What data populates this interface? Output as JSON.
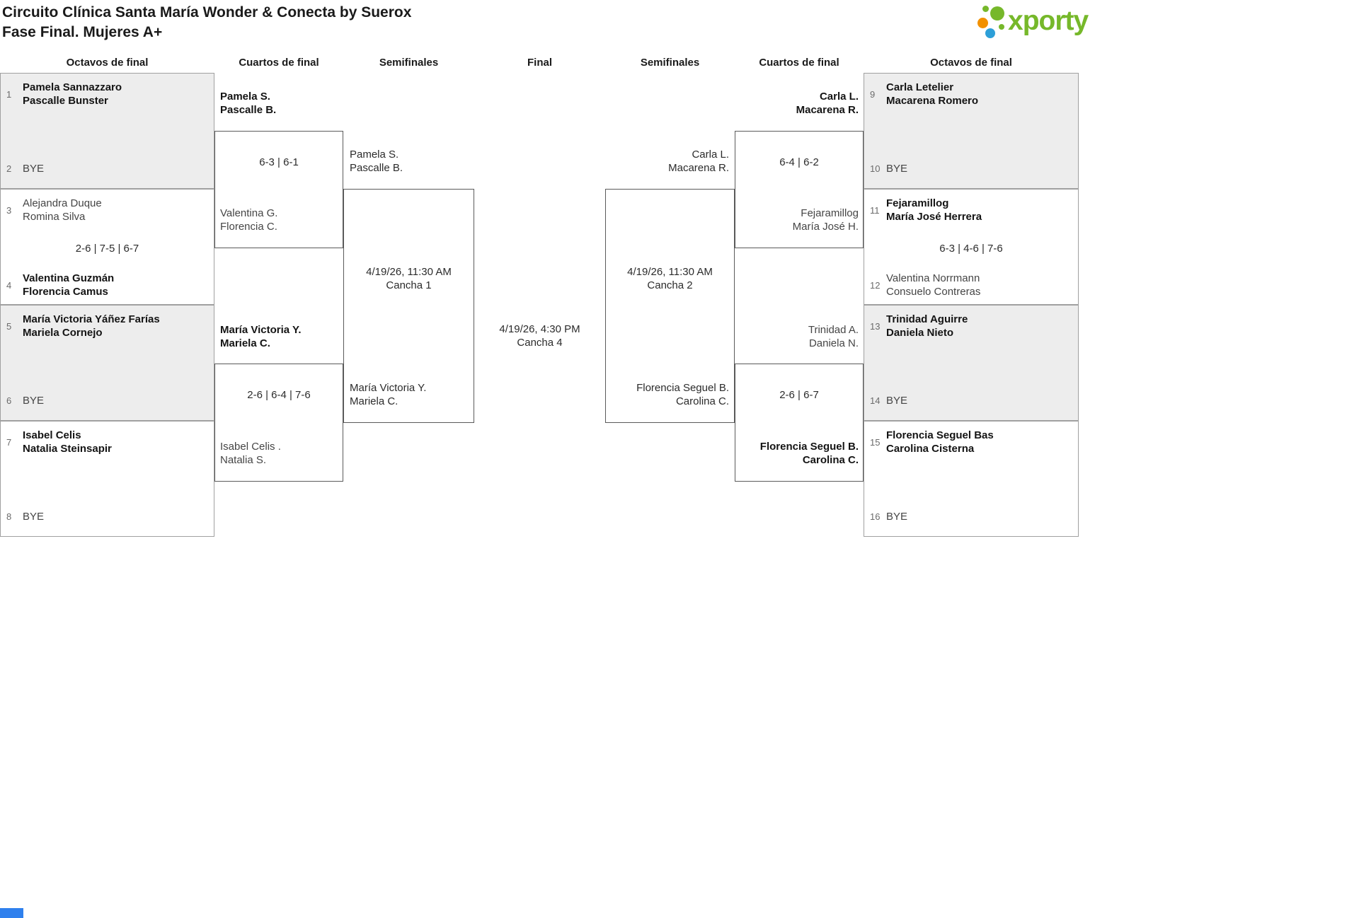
{
  "title": {
    "line1": "Circuito Clínica Santa María Wonder & Conecta by Suerox",
    "line2": "Fase Final. Mujeres A+"
  },
  "logo": {
    "text": "xporty"
  },
  "round_headers": [
    "Octavos de final",
    "Cuartos de final",
    "Semifinales",
    "Final",
    "Semifinales",
    "Cuartos de final",
    "Octavos de final"
  ],
  "octavos_left": [
    {
      "seed_top": "1",
      "top_lines": [
        "Pamela Sannazzaro",
        "Pascalle Bunster"
      ],
      "seed_bottom": "2",
      "bottom_lines": [
        "BYE"
      ]
    },
    {
      "seed_top": "3",
      "top_lines": [
        "Alejandra Duque",
        "Romina Silva"
      ],
      "score": "2-6 | 7-5 | 6-7",
      "seed_bottom": "4",
      "bottom_lines": [
        "Valentina Guzmán",
        "Florencia Camus"
      ]
    },
    {
      "seed_top": "5",
      "top_lines": [
        "María Victoria Yáñez Farías",
        "Mariela Cornejo"
      ],
      "seed_bottom": "6",
      "bottom_lines": [
        "BYE"
      ]
    },
    {
      "seed_top": "7",
      "top_lines": [
        "Isabel Celis",
        "Natalia Steinsapir"
      ],
      "seed_bottom": "8",
      "bottom_lines": [
        "BYE"
      ]
    }
  ],
  "octavos_right": [
    {
      "seed_top": "9",
      "top_lines": [
        "Carla Letelier",
        "Macarena Romero"
      ],
      "seed_bottom": "10",
      "bottom_lines": [
        "BYE"
      ]
    },
    {
      "seed_top": "11",
      "top_lines": [
        "Fejaramillog",
        "María José Herrera"
      ],
      "score": "6-3 | 4-6 | 7-6",
      "seed_bottom": "12",
      "bottom_lines": [
        "Valentina Norrmann",
        "Consuelo Contreras"
      ]
    },
    {
      "seed_top": "13",
      "top_lines": [
        "Trinidad Aguirre",
        "Daniela Nieto"
      ],
      "seed_bottom": "14",
      "bottom_lines": [
        "BYE"
      ]
    },
    {
      "seed_top": "15",
      "top_lines": [
        "Florencia Seguel Bas",
        "Carolina Cisterna"
      ],
      "seed_bottom": "16",
      "bottom_lines": [
        "BYE"
      ]
    }
  ],
  "cuartos_left": [
    {
      "top_lines": [
        "Pamela S.",
        "Pascalle B."
      ],
      "score": "6-3 | 6-1",
      "bottom_lines": [
        "Valentina G.",
        "Florencia C."
      ]
    },
    {
      "top_lines": [
        "María Victoria Y.",
        "Mariela C."
      ],
      "score": "2-6 | 6-4 | 7-6",
      "bottom_lines": [
        "Isabel Celis .",
        "Natalia S."
      ]
    }
  ],
  "cuartos_right": [
    {
      "top_lines": [
        "Carla L.",
        "Macarena R."
      ],
      "score": "6-4 | 6-2",
      "bottom_lines": [
        "Fejaramillog",
        "María José H."
      ]
    },
    {
      "top_lines": [
        "Trinidad A.",
        "Daniela N."
      ],
      "score": "2-6 | 6-7",
      "bottom_lines": [
        "Florencia Seguel B.",
        "Carolina C."
      ]
    }
  ],
  "semifinal_left": {
    "top_lines": [
      "Pamela S.",
      "Pascalle B."
    ],
    "schedule": [
      "4/19/26, 11:30 AM",
      "Cancha 1"
    ],
    "bottom_lines": [
      "María Victoria Y.",
      "Mariela C."
    ]
  },
  "semifinal_right": {
    "top_lines": [
      "Carla L.",
      "Macarena R."
    ],
    "schedule": [
      "4/19/26, 11:30 AM",
      "Cancha 2"
    ],
    "bottom_lines": [
      "Florencia Seguel B.",
      "Carolina C."
    ]
  },
  "final": {
    "schedule": [
      "4/19/26, 4:30 PM",
      "Cancha 4"
    ]
  }
}
